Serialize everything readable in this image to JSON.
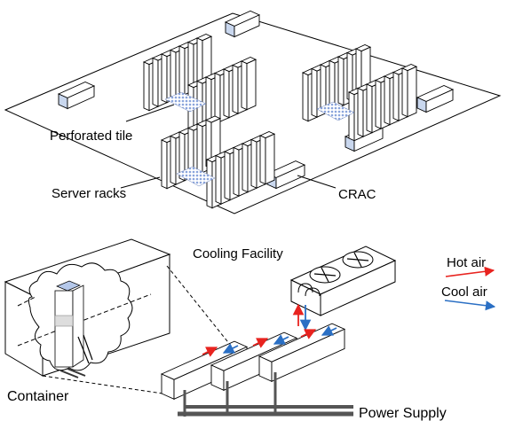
{
  "labels": {
    "perforated_tile": "Perforated tile",
    "server_racks": "Server racks",
    "crac": "CRAC",
    "cooling_facility": "Cooling Facility",
    "container": "Container",
    "power_supply": "Power Supply"
  },
  "legend": {
    "hot_air": "Hot air",
    "cool_air": "Cool air"
  },
  "colors": {
    "hot_air": "#e8231f",
    "cool_air": "#2a6fc4",
    "unit_face": "#c9d7ee",
    "tile": "#8aa4dc",
    "line": "#000000"
  },
  "icons": {
    "server_rack": "server-rack-icon",
    "crac_unit": "crac-unit-icon",
    "cooling_unit": "cooling-unit-icon",
    "container": "container-icon",
    "power_pipe": "power-supply-pipe-icon"
  }
}
